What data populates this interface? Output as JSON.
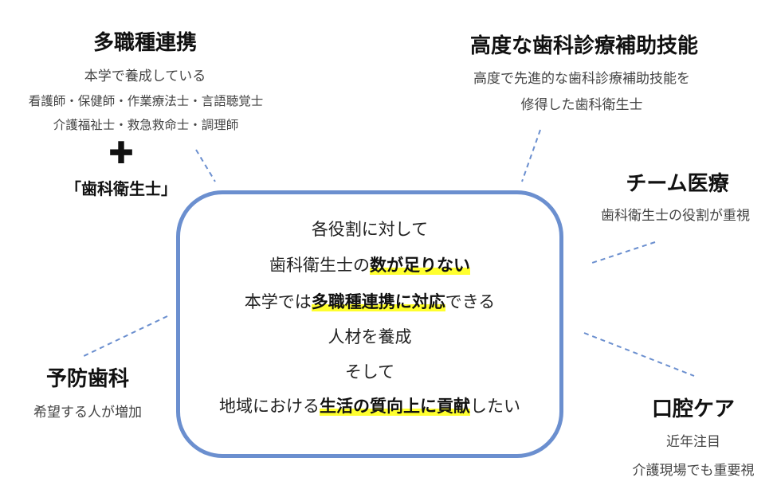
{
  "colors": {
    "box_border": "#6b8fcf",
    "highlight": "#ffff2e",
    "connector": "#6b8fcf"
  },
  "center": {
    "line1": "各役割に対して",
    "line2": {
      "pre": "歯科衛生士の",
      "hl": "数が足りない",
      "post": ""
    },
    "line3": {
      "pre": "本学では",
      "hl": "多職種連携に対応",
      "post": "できる"
    },
    "line4": "人材を養成",
    "line5": "そして",
    "line6": {
      "pre": "地域における",
      "hl": "生活の質向上に貢献",
      "post": "したい"
    }
  },
  "nodes": {
    "multi": {
      "title": "多職種連携",
      "desc": [
        "本学で養成している",
        "看護師・保健師・作業療法士・言語聴覚士",
        "介護福祉士・救急救命士・調理師"
      ],
      "plus_icon": "plus-icon",
      "plus_glyph": "✚",
      "bracket": "「歯科衛生士」"
    },
    "advanced": {
      "title": "高度な歯科診療補助技能",
      "desc": [
        "高度で先進的な歯科診療補助技能を",
        "修得した歯科衛生士"
      ]
    },
    "team": {
      "title": "チーム医療",
      "desc": [
        "歯科衛生士の役割が重視"
      ]
    },
    "prevent": {
      "title": "予防歯科",
      "desc": [
        "希望する人が増加"
      ]
    },
    "oral": {
      "title": "口腔ケア",
      "desc": [
        "近年注目",
        "介護現場でも重要視"
      ]
    }
  }
}
